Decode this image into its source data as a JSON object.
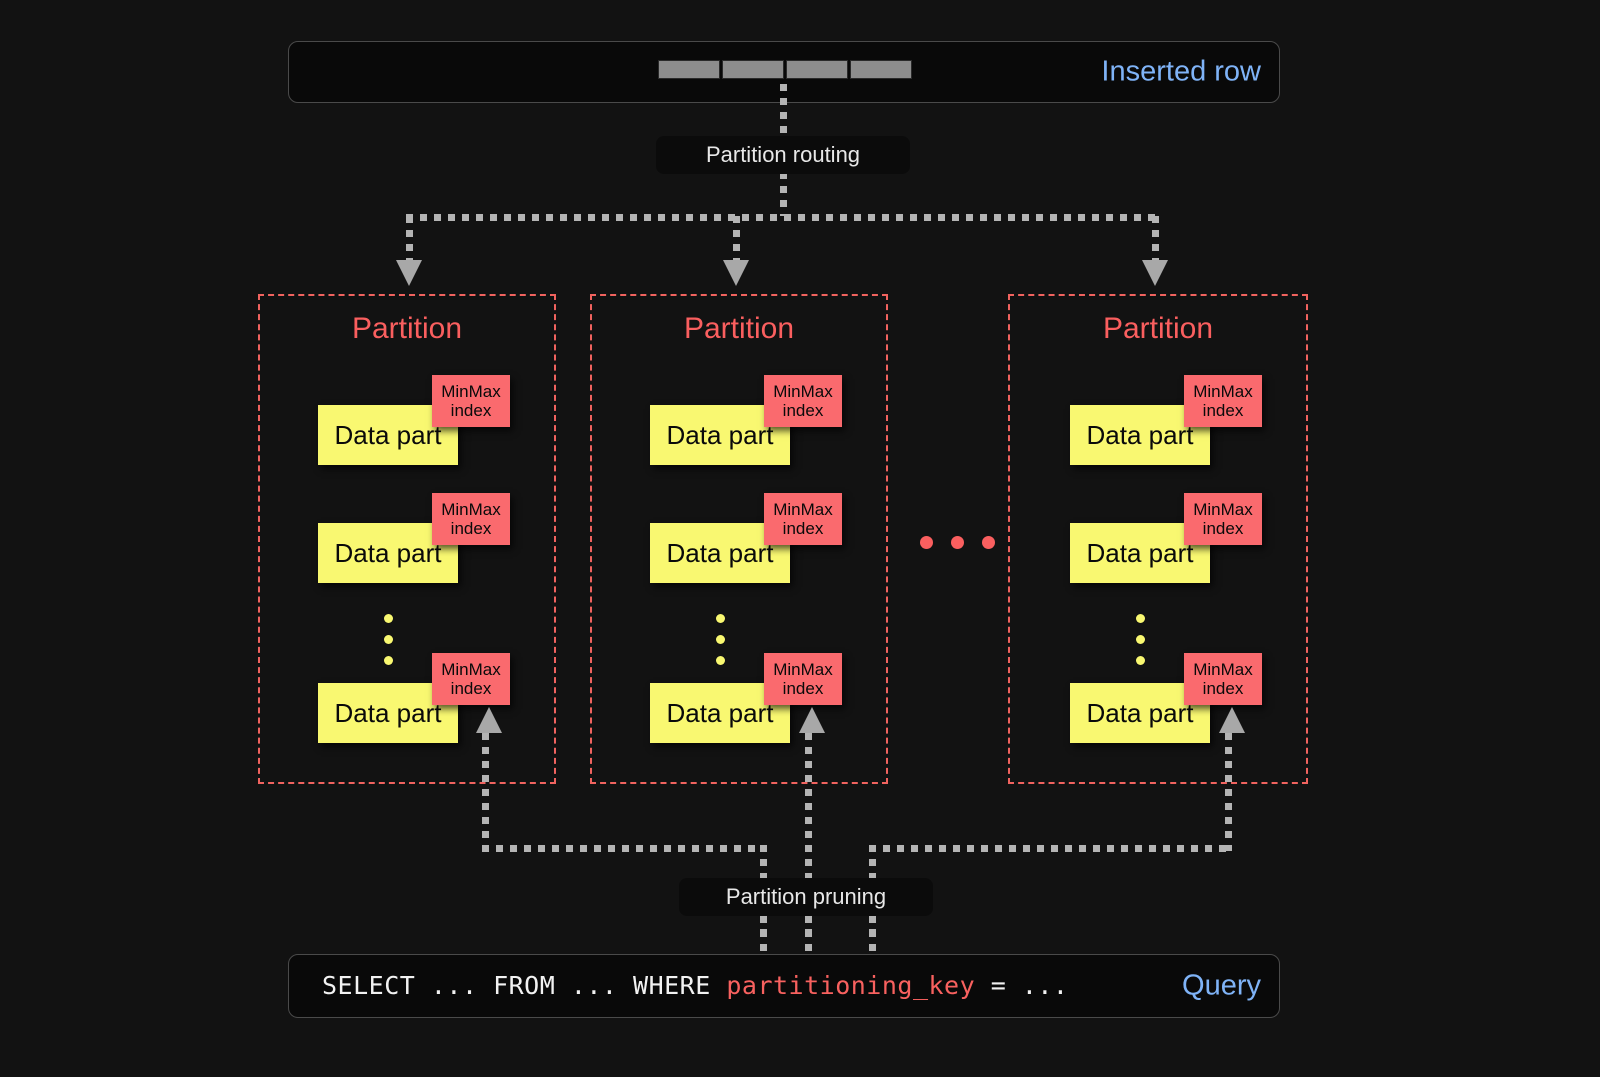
{
  "diagram": {
    "title": "ClickHouse partitioning: insert routing and partition pruning",
    "background_color": "#121212",
    "accent_colors": {
      "partition_border": "#f0635f",
      "data_part": "#f9f871",
      "minmax_index": "#fa6a6e",
      "label_blue": "#7fb3f7",
      "connector": "#b4b4b4"
    }
  },
  "inserted_row": {
    "label": "Inserted row",
    "cell_count": 4,
    "cells": [
      "",
      "",
      "",
      ""
    ]
  },
  "partition_routing": {
    "label": "Partition routing"
  },
  "partitions": [
    {
      "title": "Partition",
      "parts": [
        {
          "label": "Data part",
          "index_label": "MinMax\nindex"
        },
        {
          "label": "Data part",
          "index_label": "MinMax\nindex"
        },
        {
          "label": "Data part",
          "index_label": "MinMax\nindex"
        }
      ],
      "ellipsis_dots": 3
    },
    {
      "title": "Partition",
      "parts": [
        {
          "label": "Data part",
          "index_label": "MinMax\nindex"
        },
        {
          "label": "Data part",
          "index_label": "MinMax\nindex"
        },
        {
          "label": "Data part",
          "index_label": "MinMax\nindex"
        }
      ],
      "ellipsis_dots": 3
    },
    {
      "title": "Partition",
      "parts": [
        {
          "label": "Data part",
          "index_label": "MinMax\nindex"
        },
        {
          "label": "Data part",
          "index_label": "MinMax\nindex"
        },
        {
          "label": "Data part",
          "index_label": "MinMax\nindex"
        }
      ],
      "ellipsis_dots": 3
    }
  ],
  "between_partitions_ellipsis": {
    "dots": 3,
    "color": "#fa5f5f"
  },
  "partition_pruning": {
    "label": "Partition pruning"
  },
  "query": {
    "label": "Query",
    "text_before": "SELECT ... FROM ... WHERE ",
    "highlight": "partitioning_key",
    "text_after": " = ...",
    "full_text": "SELECT ... FROM ... WHERE partitioning_key = ..."
  }
}
